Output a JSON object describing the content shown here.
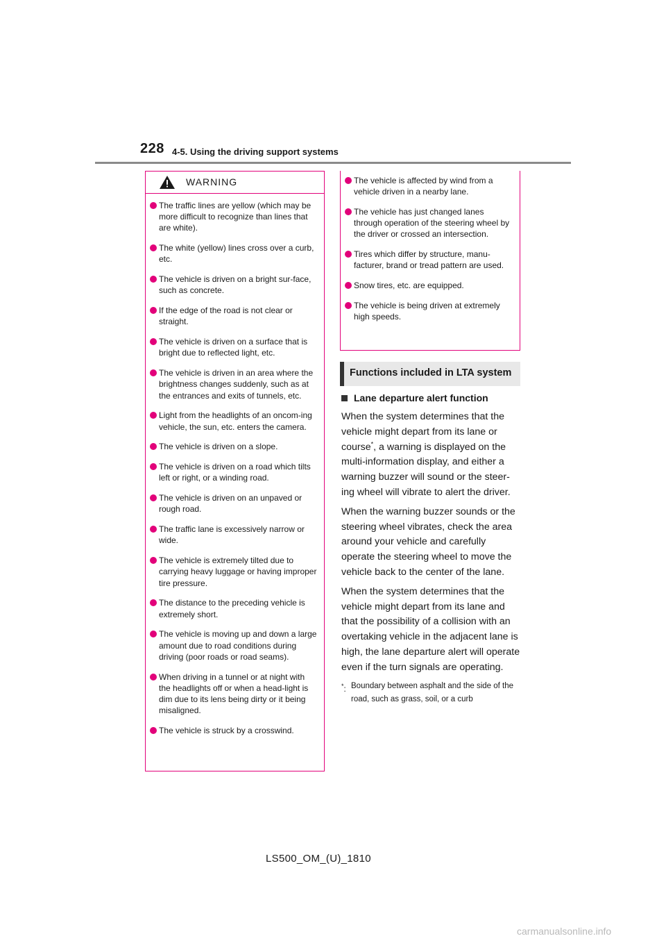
{
  "header": {
    "page_number": "228",
    "section": "4-5. Using the driving support systems"
  },
  "warning": {
    "title": "WARNING",
    "items": [
      "The traffic lines are yellow (which may be more difficult to recognize than lines that are white).",
      "The white (yellow) lines cross over a curb, etc.",
      "The vehicle is driven on a bright sur-face, such as concrete.",
      "If the edge of the road is not clear or straight.",
      "The vehicle is driven on a surface that is bright due to reflected light, etc.",
      "The vehicle is driven in an area where the brightness changes suddenly, such as at the entrances and exits of tunnels, etc.",
      "Light from the headlights of an oncom-ing vehicle, the sun, etc. enters the camera.",
      "The vehicle is driven on a slope.",
      "The vehicle is driven on a road which tilts left or right, or a winding road.",
      "The vehicle is driven on an unpaved or rough road.",
      "The traffic lane is excessively narrow or wide.",
      "The vehicle is extremely tilted due to carrying heavy luggage or having improper tire pressure.",
      "The distance to the preceding vehicle is extremely short.",
      "The vehicle is moving up and down a large amount due to road conditions during driving (poor roads or road seams).",
      "When driving in a tunnel or at night with the headlights off or when a head-light is dim due to its lens being dirty or it being misaligned.",
      "The vehicle is struck by a crosswind."
    ],
    "continued_items": [
      "The vehicle is affected by wind from a vehicle driven in a nearby lane.",
      "The vehicle has just changed lanes through operation of the steering wheel by the driver or crossed an intersection.",
      "Tires which differ by structure, manu-facturer, brand or tread pattern are used.",
      "Snow tires, etc. are equipped.",
      "The vehicle is being driven at extremely high speeds."
    ]
  },
  "functions": {
    "heading": "Functions included in LTA system",
    "subheading": "Lane departure alert function",
    "p1_before": "When the system determines that the vehicle might depart from its lane or course",
    "p1_mark": "*",
    "p1_after": ", a warning is displayed on the multi-information display, and either a warning buzzer will sound or the steer-ing wheel will vibrate to alert the driver.",
    "p2": "When the warning buzzer sounds or the steering wheel vibrates, check the area around your vehicle and carefully operate the steering wheel to move the vehicle back to the center of the lane.",
    "p3": "When the system determines that the vehicle might depart from its lane and that the possibility of a collision with an overtaking vehicle in the adjacent lane is high, the lane departure alert will operate even if the turn signals are operating.",
    "footnote_mark": "*",
    "footnote_sep": ":",
    "footnote": "Boundary between asphalt and the side of the road, such as grass, soil, or a curb"
  },
  "footer": {
    "code": "LS500_OM_(U)_1810",
    "watermark": "carmanualsonline.info"
  },
  "colors": {
    "accent": "#e2007a",
    "heading_bg": "#e8e8e8"
  }
}
